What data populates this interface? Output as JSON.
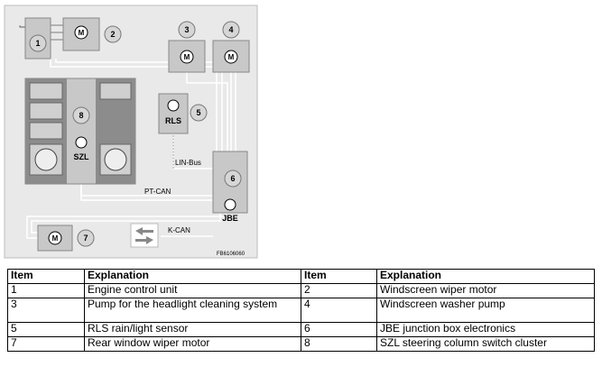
{
  "diagram": {
    "callouts": [
      "1",
      "2",
      "3",
      "4",
      "5",
      "6",
      "7",
      "8"
    ],
    "module_labels": {
      "rls": "RLS",
      "szl": "SZL",
      "jbe": "JBE"
    },
    "bus_labels": {
      "lin_bus": "LIN-Bus",
      "pt_can": "PT-CAN",
      "k_can": "K-CAN"
    },
    "figure_code": "FB6106060",
    "colors": {
      "panel": "#e9e9e9",
      "module": "#c8c8c8",
      "module_dark": "#8c8c8c",
      "wire": "#ffffff",
      "badge": "#d6d6d6"
    }
  },
  "table": {
    "headers": [
      "Item",
      "Explanation",
      "Item",
      "Explanation"
    ],
    "rows": [
      [
        "1",
        "Engine control unit",
        "2",
        "Windscreen wiper motor"
      ],
      [
        "3",
        "Pump for the headlight cleaning system",
        "4",
        "Windscreen washer pump"
      ],
      [
        "5",
        "RLS rain/light sensor",
        "6",
        "JBE junction box electronics"
      ],
      [
        "7",
        "Rear window wiper motor",
        "8",
        "SZL steering column switch cluster"
      ]
    ]
  }
}
